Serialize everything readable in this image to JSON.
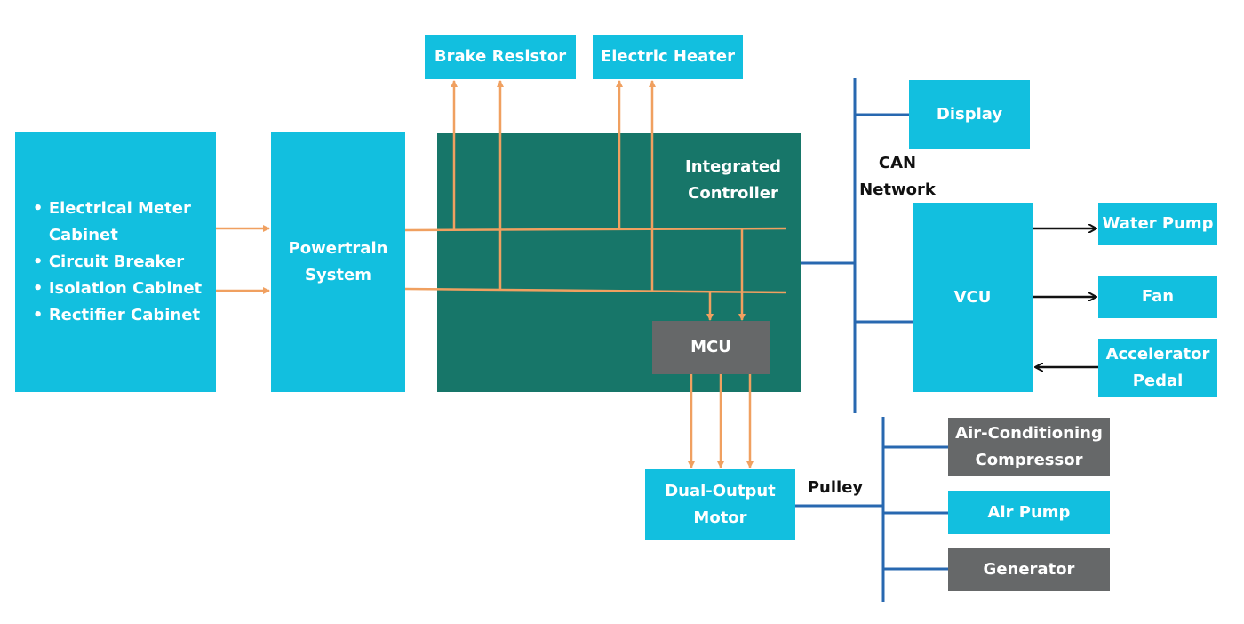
{
  "colors": {
    "box": "#12bfdf",
    "panel": "#177669",
    "grey_box": "#666869",
    "power_line": "#f0a060",
    "can_line": "#2868b0",
    "signal_arrow": "#111111"
  },
  "source": {
    "items": [
      "Electrical Meter",
      "Cabinet",
      "Circuit Breaker",
      "Isolation Cabinet",
      "Rectifier Cabinet"
    ]
  },
  "powertrain": {
    "line1": "Powertrain",
    "line2": "System"
  },
  "brake_resistor": "Brake Resistor",
  "electric_heater": "Electric Heater",
  "integrated_controller": {
    "line1": "Integrated",
    "line2": "Controller"
  },
  "mcu": "MCU",
  "can_network": {
    "line1": "CAN",
    "line2": "Network"
  },
  "display": "Display",
  "vcu": "VCU",
  "water_pump": "Water Pump",
  "fan": "Fan",
  "accelerator_pedal": {
    "line1": "Accelerator",
    "line2": "Pedal"
  },
  "dual_output_motor": {
    "line1": "Dual-Output",
    "line2": "Motor"
  },
  "pulley": "Pulley",
  "ac_compressor": {
    "line1": "Air-Conditioning",
    "line2": "Compressor"
  },
  "air_pump": "Air Pump",
  "generator": "Generator"
}
